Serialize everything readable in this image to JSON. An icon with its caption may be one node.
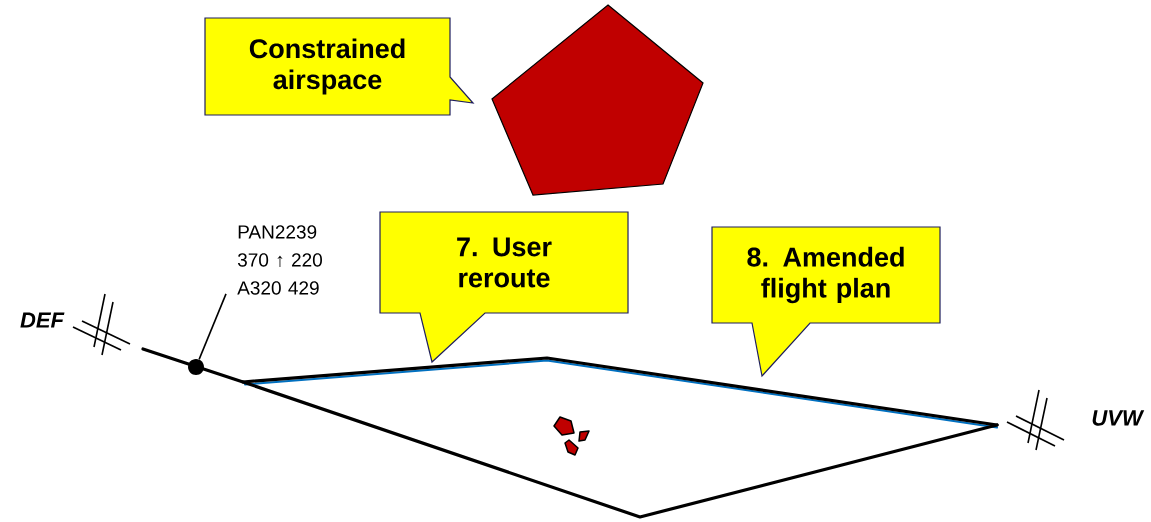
{
  "diagram": {
    "nodes": [
      {
        "text": [
          "Constrained airspace"
        ]
      },
      {
        "text": [],
        "shape": "pentagon"
      },
      {
        "text": [
          "7. User reroute"
        ]
      },
      {
        "text": [
          "8. Amended flight plan"
        ]
      },
      {
        "text": [
          "PAN2239 370 ↑ 220 A320 429"
        ]
      },
      {
        "text": [],
        "shape": "circle"
      }
    ],
    "edges": [
      {
        "from": 4,
        "to": 5,
        "arrow": "none"
      }
    ],
    "labels": [
      "DEF",
      "UVW"
    ]
  }
}
